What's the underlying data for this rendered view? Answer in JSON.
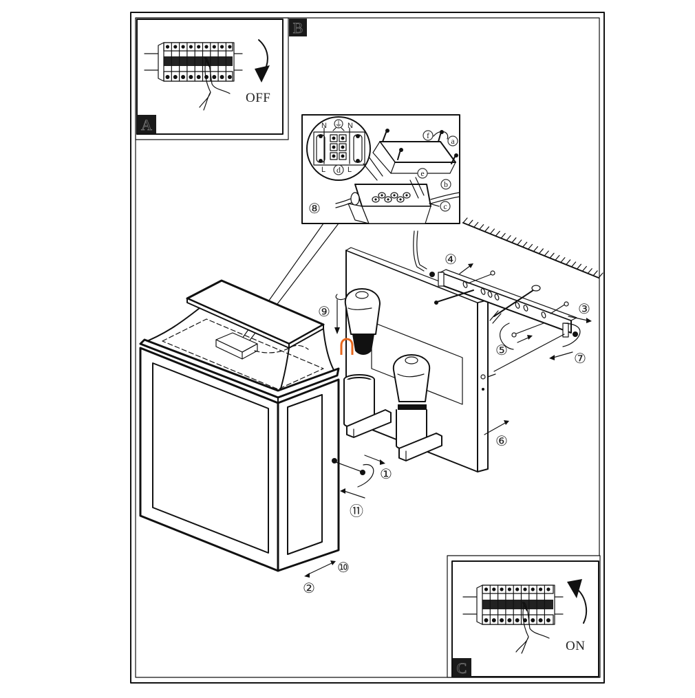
{
  "document": {
    "type": "assembly-instructions",
    "subject": "outdoor wall lantern installation"
  },
  "panels": {
    "a": {
      "badge": "A",
      "badge_panel": "B",
      "state_label": "OFF",
      "description": "switch breaker off before installation"
    },
    "c": {
      "badge": "C",
      "state_label": "ON",
      "description": "switch breaker on after installation"
    }
  },
  "wiring_inset": {
    "terminal_labels": {
      "neutral_left": "N",
      "neutral_right": "N",
      "live_left": "L",
      "live_right": "L",
      "earth": "⏚"
    },
    "letters": {
      "d": "d",
      "f": "f",
      "a": "a",
      "e": "e",
      "b": "b",
      "c": "c"
    },
    "step": "⑧"
  },
  "steps": {
    "s1": "①",
    "s2": "②",
    "s3": "③",
    "s4": "④",
    "s5": "⑤",
    "s6": "⑥",
    "s7": "⑦",
    "s9": "⑨",
    "s10": "⑩",
    "s11": "⑪"
  },
  "colors": {
    "line": "#111111",
    "highlight": "#e8671c",
    "badge_bg": "#1a1a1a"
  }
}
